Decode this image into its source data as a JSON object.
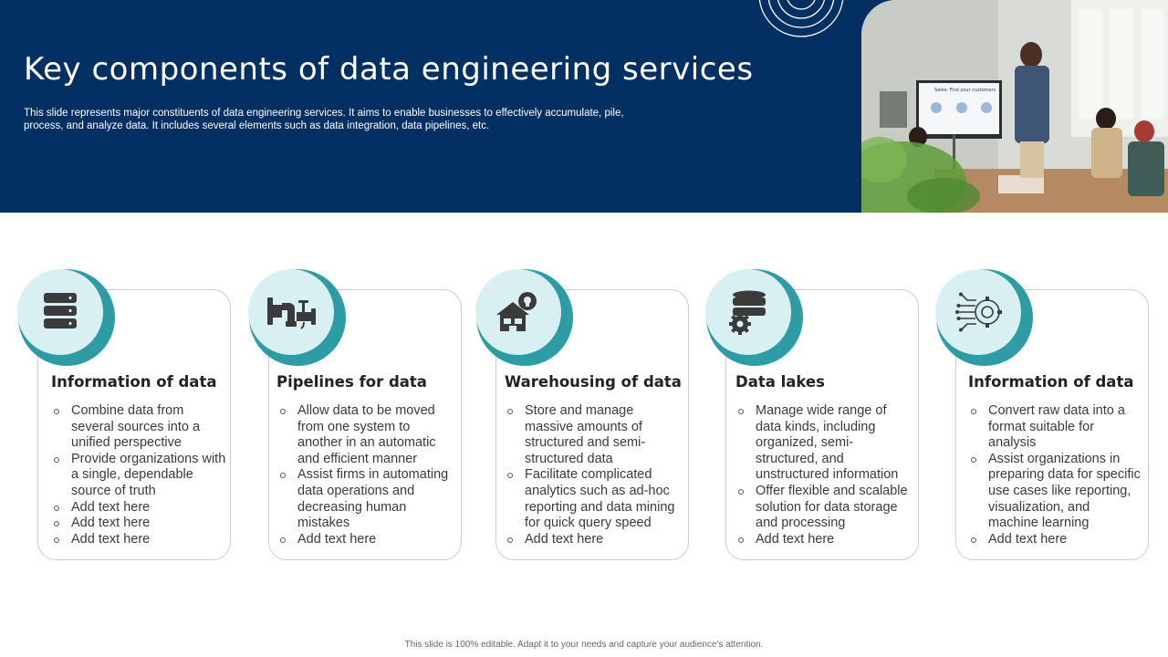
{
  "header": {
    "title": "Key components of data engineering services",
    "subtitle": "This slide represents major constituents of data engineering services. It aims to enable businesses to effectively accumulate, pile, process, and analyze data. It includes several elements such as data integration, data pipelines, etc.",
    "photo_board_text": "Sales: Find your customers"
  },
  "colors": {
    "header_bg": "#033063",
    "accent_teal": "#2e9ca5",
    "bubble_bg": "#d8f0f2",
    "icon_dark": "#3b3b3b"
  },
  "cards": [
    {
      "icon": "database-icon",
      "title": "Information of data",
      "points": [
        "Combine data from several sources into a unified perspective",
        "Provide organizations with a single, dependable source of truth",
        "Add text here",
        "Add text here",
        "Add text here"
      ]
    },
    {
      "icon": "pipeline-icon",
      "title": "Pipelines for data",
      "points": [
        "Allow data to be moved from one system to another in an automatic and efficient manner",
        "Assist firms in automating data operations and decreasing human mistakes",
        "Add text here"
      ]
    },
    {
      "icon": "warehouse-idea-icon",
      "title": "Warehousing of data",
      "points": [
        "Store and manage massive amounts of structured and semi-structured data",
        "Facilitate complicated analytics such as ad-hoc reporting and data mining for quick query speed",
        "Add text here"
      ]
    },
    {
      "icon": "database-gear-icon",
      "title": "Data lakes",
      "points": [
        "Manage wide range of data kinds, including organized, semi-structured, and unstructured information",
        "Offer flexible and scalable solution for data storage and processing",
        "Add text here"
      ]
    },
    {
      "icon": "circuit-gear-icon",
      "title": "Information of data",
      "points": [
        "Convert raw data into a format suitable for analysis",
        "Assist organizations in preparing data for specific use cases like reporting, visualization, and machine learning",
        "Add text here"
      ]
    }
  ],
  "footer": "This slide is 100% editable. Adapt it to your needs and capture your audience's attention."
}
